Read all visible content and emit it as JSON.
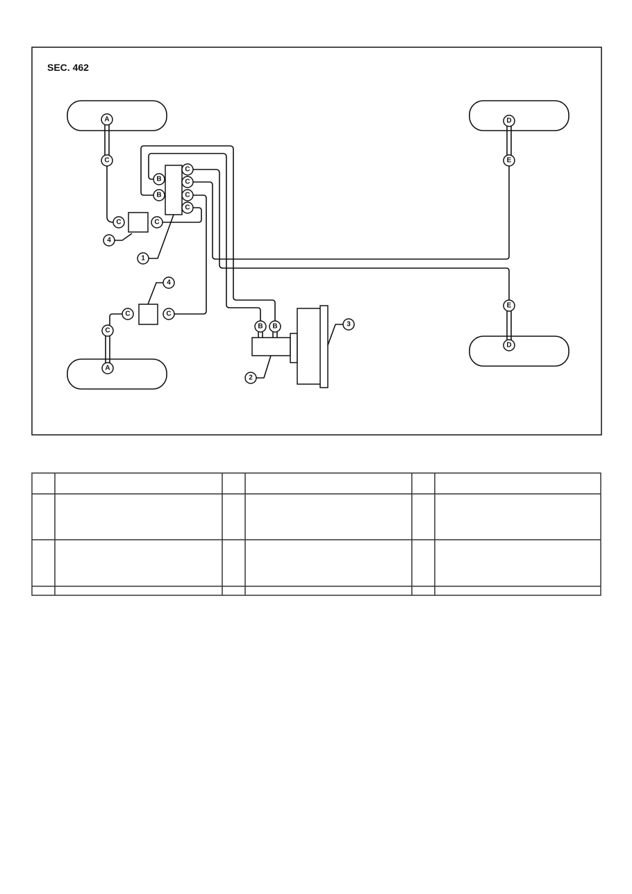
{
  "diagram": {
    "section_label": "SEC. 462",
    "connector_labels": {
      "A": "A",
      "B": "B",
      "C": "C",
      "D": "D",
      "E": "E"
    },
    "callouts": {
      "n1": "1",
      "n2": "2",
      "n3": "3",
      "n4": "4"
    }
  },
  "legend_table": {
    "rows": 4,
    "columns": 6,
    "cells": []
  }
}
